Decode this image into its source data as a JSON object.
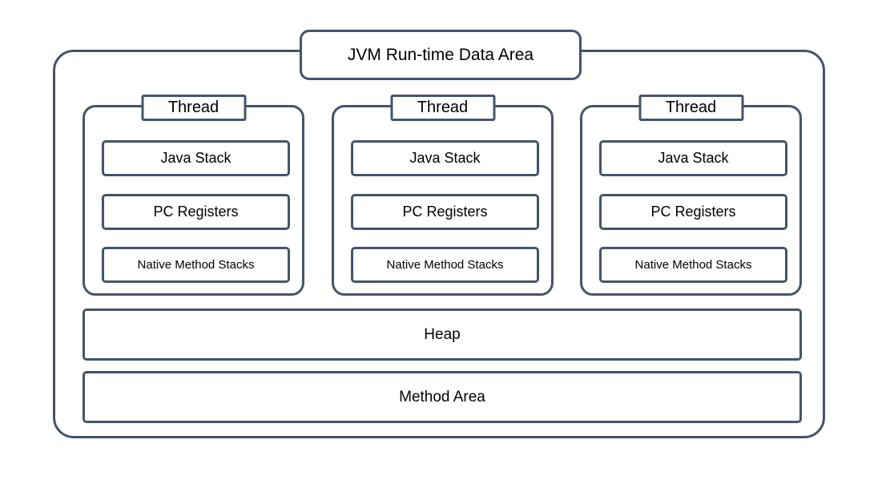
{
  "diagram": {
    "title": "JVM Run-time Data Area",
    "threads": [
      {
        "label": "Thread",
        "components": [
          "Java Stack",
          "PC Registers",
          "Native Method Stacks"
        ]
      },
      {
        "label": "Thread",
        "components": [
          "Java Stack",
          "PC Registers",
          "Native Method Stacks"
        ]
      },
      {
        "label": "Thread",
        "components": [
          "Java Stack",
          "PC Registers",
          "Native Method Stacks"
        ]
      }
    ],
    "shared_areas": [
      {
        "label": "Heap"
      },
      {
        "label": "Method Area"
      }
    ],
    "colors": {
      "border": "#44546A",
      "background": "#FFFFFF",
      "text": "#000000"
    }
  }
}
